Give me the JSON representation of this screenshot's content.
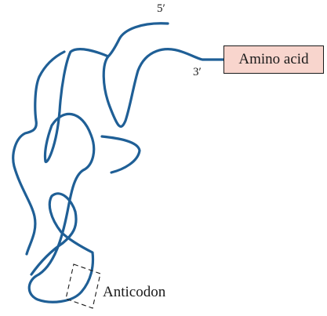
{
  "labels": {
    "five_prime": "5′",
    "three_prime": "3′",
    "amino_acid": "Amino acid",
    "anticodon": "Anticodon"
  },
  "colors": {
    "strand": "#1f5f96",
    "amino_acid_box": "#f8d5cd"
  }
}
